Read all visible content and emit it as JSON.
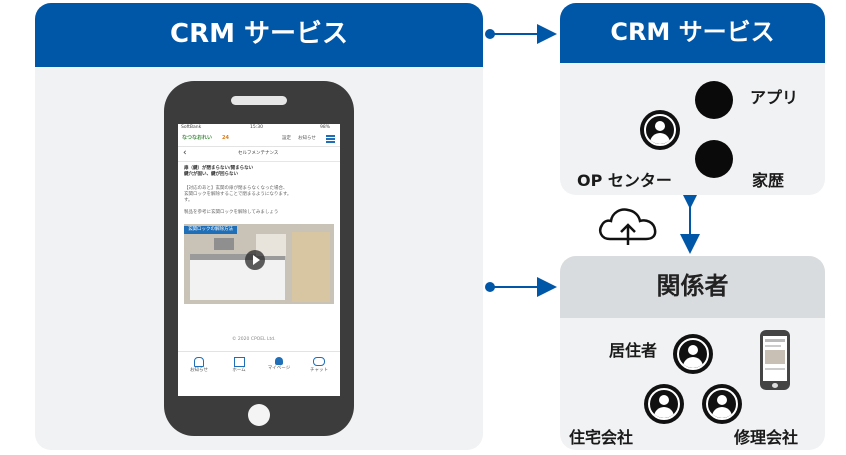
{
  "left_panel": {
    "title": "CRM サービス"
  },
  "phone_screen": {
    "status_left": "SoftBank",
    "status_center": "15:30",
    "status_right": "98%",
    "app_logo": "なつなおれい",
    "app_logo_number": "24",
    "header_right_1": "設定",
    "header_right_2": "お知らせ",
    "back_label": "‹",
    "page_title": "セルフメンテナンス",
    "heading_line1": "扉（鍵）が閉まらない/開まらない",
    "heading_line2": "鍵穴が固い、鍵が回らない",
    "body_line1": "【対応のあと】玄関の扉が閉まらなくなった場合、",
    "body_line2": "玄関ロックを解除することで閉まるようになります。",
    "body_line3": "す。",
    "body_line4": "製品を参考に玄関ロックを解除してみましょう",
    "video_tag": "玄関ロックの解除方法",
    "copyright": "© 2020 CPOEL Ltd.",
    "nav_items": [
      "お知らせ",
      "ホーム",
      "マイページ",
      "チャット"
    ]
  },
  "top_right_panel": {
    "title": "CRM サービス",
    "labels": {
      "app": "アプリ",
      "op_center": "OP センター",
      "kareki": "家歴"
    }
  },
  "bottom_right_panel": {
    "title": "関係者",
    "labels": {
      "resident": "居住者",
      "housing_company": "住宅会社",
      "repair_company": "修理会社"
    }
  },
  "colors": {
    "brand_blue": "#0056a7",
    "panel_bg": "#f1f2f3",
    "gray_header": "#d9dcdf"
  },
  "icons": [
    "cloud-upload-icon",
    "person-icon",
    "smartphone-icon"
  ]
}
